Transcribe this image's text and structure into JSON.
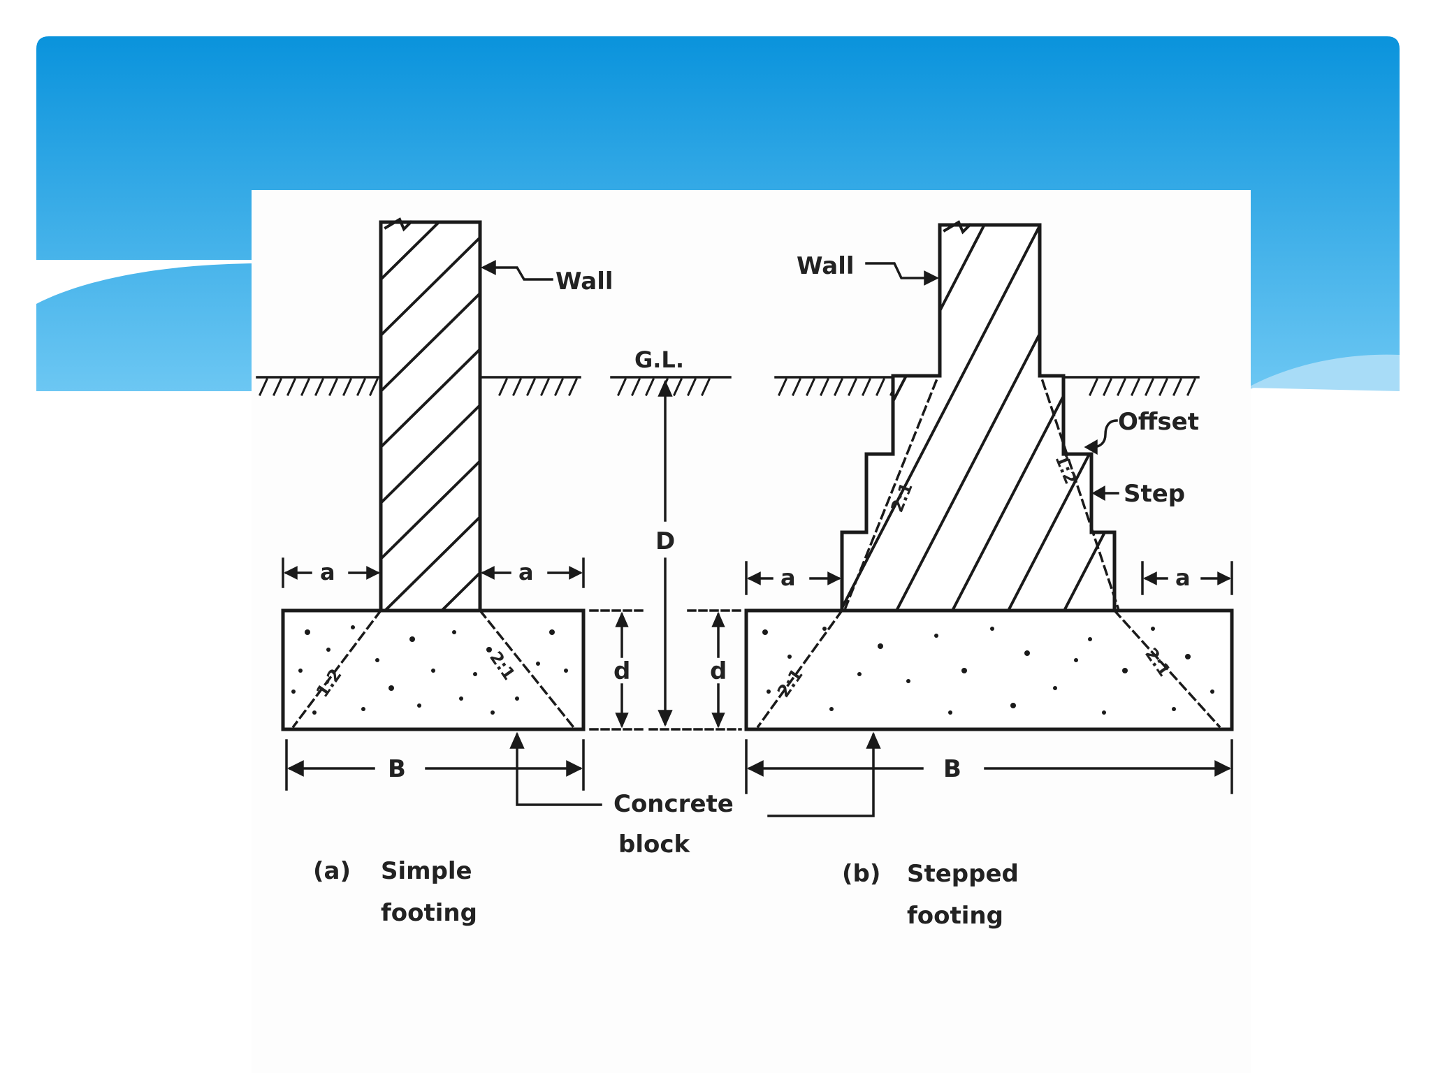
{
  "slide": {
    "header_colors": {
      "top": "#0a93dc",
      "bottom": "#6cc7f3",
      "light": "#a8dcf7"
    },
    "background": "#ffffff"
  },
  "diagram": {
    "labels": {
      "wall_a": "Wall",
      "wall_b": "Wall",
      "gl": "G.L.",
      "depth_D": "D",
      "d_a": "d",
      "d_mid": "d",
      "a_left_a": "a",
      "a_right_a": "a",
      "a_left_b": "a",
      "a_right_b": "a",
      "B_a": "B",
      "B_b": "B",
      "offset": "Offset",
      "step": "Step",
      "concrete_line1": "Concrete",
      "concrete_line2": "block",
      "caption_a_tag": "(a)",
      "caption_a_line1": "Simple",
      "caption_a_line2": "footing",
      "caption_b_tag": "(b)",
      "caption_b_line1": "Stepped",
      "caption_b_line2": "footing",
      "slope_a_left": "1:2",
      "slope_a_right": "2:1",
      "slope_b_left": "2:1",
      "slope_b_right": "2:1",
      "slope_b_step_left": "2:1",
      "slope_b_step_right": "1:2"
    }
  }
}
